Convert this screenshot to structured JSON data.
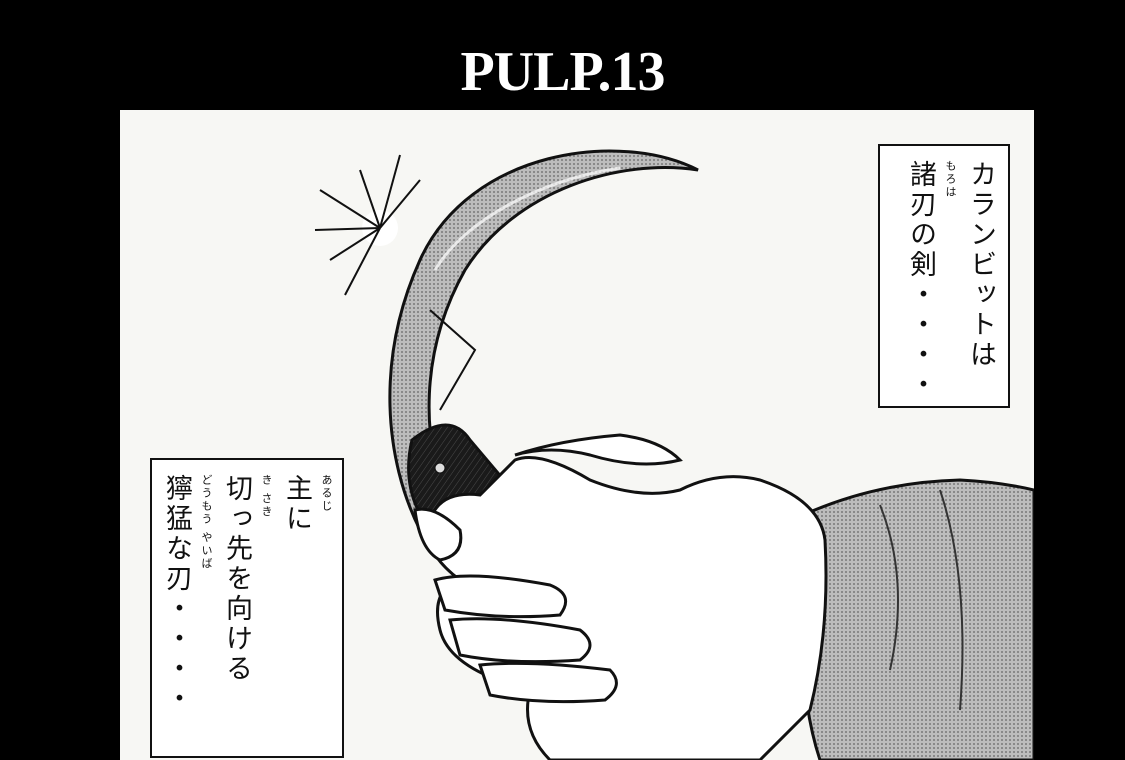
{
  "chapter": {
    "title": "PULP.13"
  },
  "captions": [
    {
      "lines": [
        "カランビットは",
        "諸刃の剣・・・・"
      ],
      "ruby": [
        {
          "text": "もろは",
          "line": 1
        }
      ]
    },
    {
      "lines": [
        "主に",
        "切っ先を向ける",
        "獰猛な刃・・・・"
      ],
      "ruby": [
        {
          "text": "あるじ",
          "line": 0
        },
        {
          "text": "き さき",
          "line": 1
        },
        {
          "text": "どうもう やいば",
          "line": 2
        }
      ]
    }
  ],
  "illustration": {
    "subject": "karambit-knife-in-hand",
    "colors": {
      "ink": "#111111",
      "paper": "#f7f7f4",
      "handle": "#1a1a1a",
      "sleeve": "#8e8e8e"
    }
  }
}
